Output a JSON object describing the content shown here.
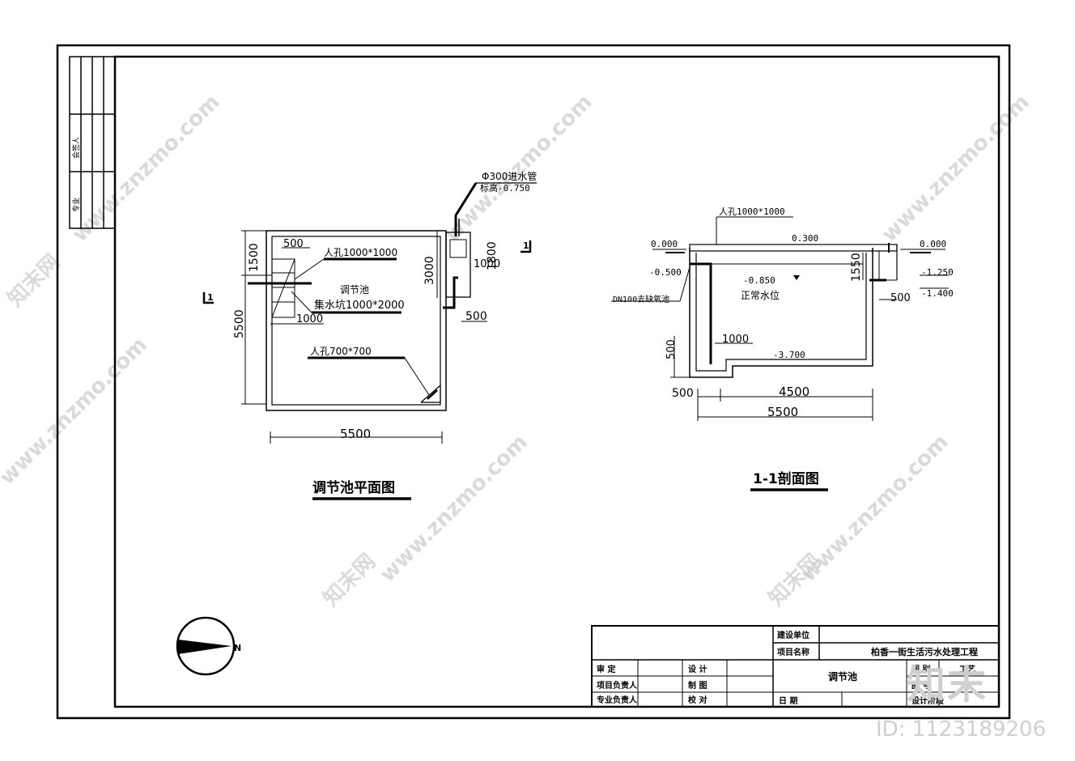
{
  "plan": {
    "inlet_label": "Φ300进水管",
    "inlet_elev": "标高-0.750",
    "dim_500_top": "500",
    "manhole_top": "人孔1000*1000",
    "pool_name": "调节池",
    "sump": "集水坑1000*2000",
    "dim_1000": "1000",
    "manhole_small": "人孔700*700",
    "dim_1500": "1500",
    "dim_5500_left": "5500",
    "dim_3000": "3000",
    "dim_1800": "1800",
    "dim_1000_r": "1000",
    "dim_500_r": "500",
    "dim_5500_bottom": "5500",
    "section_mark_left": "1",
    "section_mark_right": "1",
    "title": "调节池平面图"
  },
  "section": {
    "manhole": "人孔1000*1000",
    "elev_0000_left": "0.000",
    "elev_0300": "0.300",
    "elev_0000_right": "0.000",
    "elev_m0500": "-0.500",
    "elev_m0850": "-0.850",
    "normal_level": "正常水位",
    "outlet": "DN100去缺氧池",
    "dim_1550": "1550",
    "elev_m1250": "-1.250",
    "elev_m1400": "-1.400",
    "dim_500_r": "500",
    "dim_1000": "1000",
    "dim_500_l": "500",
    "elev_m3700": "-3.700",
    "dim_500_b": "500",
    "dim_4500": "4500",
    "dim_5500": "5500",
    "title": "1-1剖面图"
  },
  "sidebar": {
    "sign_label": "会签人",
    "major_label": "专业"
  },
  "titleblock": {
    "unit_label": "建设单位",
    "project_label": "项目名称",
    "project_name": "柏香一街生活污水处理工程",
    "approve": "审 定",
    "project_lead": "项目负责人",
    "major_lead": "专业负责人",
    "design": "设 计",
    "draw": "制 图",
    "check": "校 对",
    "drawing_name": "调节池",
    "date_label": "日 期",
    "cat_label": "图 别",
    "cat_value": "工艺",
    "num_label": "图 号",
    "phase_label": "设计阶段"
  },
  "compass": {
    "north": "N"
  },
  "watermark": {
    "site": "www.znzmo.com",
    "name": "知末网"
  },
  "brand": {
    "logo": "知末",
    "id": "ID: 1123189206"
  }
}
